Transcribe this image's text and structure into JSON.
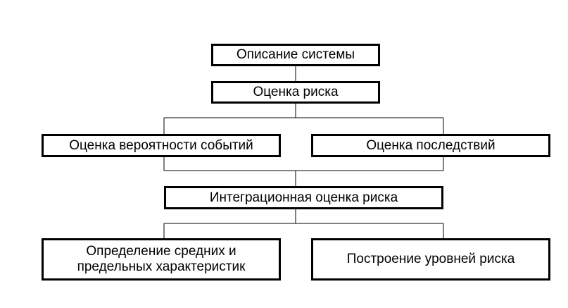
{
  "boxes": {
    "system_description": "Описание системы",
    "risk_assessment": "Оценка риска",
    "event_probability": "Оценка вероятности событий",
    "consequences": "Оценка последствий",
    "integrated_risk": "Интеграционная оценка риска",
    "average_characteristics": [
      "Определение средних и",
      "предельных характеристик"
    ],
    "risk_levels": "Построение уровней риска"
  },
  "colors": {
    "line": "#000000",
    "box_border": "#000000",
    "background": "#ffffff"
  }
}
